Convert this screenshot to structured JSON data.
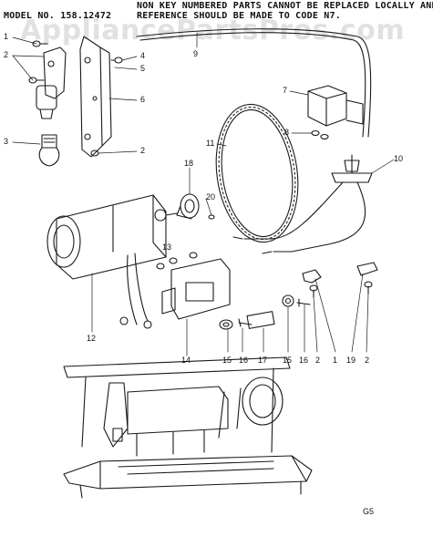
{
  "header": {
    "model_label": "MODEL NO. 158.12472",
    "note_line1": "NON KEY NUMBERED PARTS CANNOT BE REPLACED LOCALLY AND",
    "note_line2": "REFERENCE SHOULD BE MADE TO CODE N7."
  },
  "watermark": "AppliancePartsPros.com",
  "page_code": "G5",
  "callouts": [
    "1",
    "2",
    "3",
    "4",
    "5",
    "6",
    "2",
    "7",
    "8",
    "9",
    "10",
    "11",
    "18",
    "20",
    "13",
    "12",
    "14",
    "15",
    "16",
    "17",
    "15",
    "16",
    "2",
    "1",
    "19",
    "2"
  ]
}
